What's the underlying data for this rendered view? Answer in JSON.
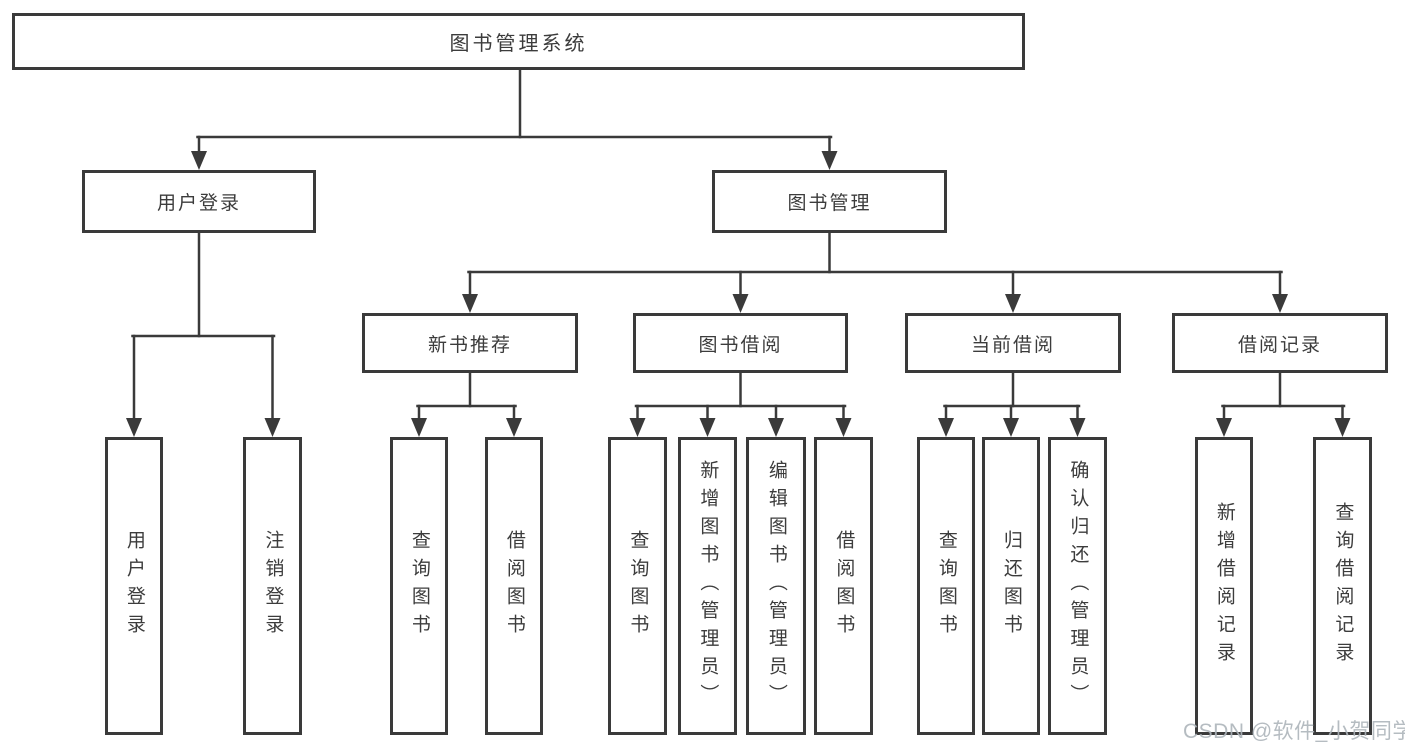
{
  "diagram_title": "图书管理系统",
  "watermark": "CSDN @软件_小贺同学",
  "colors": {
    "line": "#3a3a3a",
    "border": "#3a3a3a",
    "text": "#3c3c3c",
    "watermark_text": "#aeb5bb",
    "background": "#ffffff"
  },
  "nodes": {
    "root": {
      "label": "图书管理系统"
    },
    "level2": [
      {
        "label": "用户登录"
      },
      {
        "label": "图书管理"
      }
    ],
    "level3": [
      {
        "label": "新书推荐"
      },
      {
        "label": "图书借阅"
      },
      {
        "label": "当前借阅"
      },
      {
        "label": "借阅记录"
      }
    ],
    "leaves": {
      "user_login": [
        "用户登录",
        "注销登录"
      ],
      "new_book": [
        "查询图书",
        "借阅图书"
      ],
      "book_borrow": [
        "查询图书",
        "新增图书（管理员）",
        "编辑图书（管理员）",
        "借阅图书"
      ],
      "current_borrow": [
        "查询图书",
        "归还图书",
        "确认归还（管理员）"
      ],
      "borrow_record": [
        "新增借阅记录",
        "查询借阅记录"
      ]
    }
  }
}
